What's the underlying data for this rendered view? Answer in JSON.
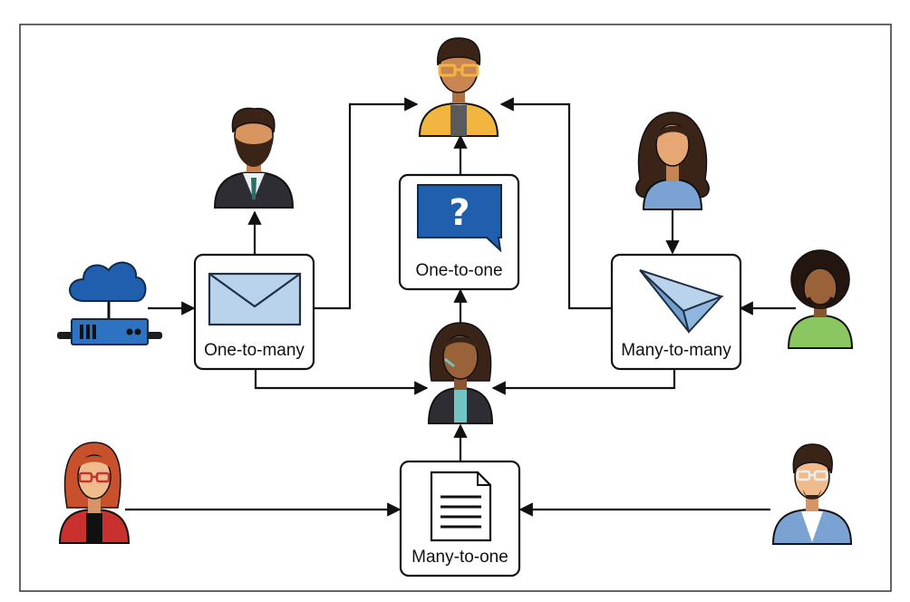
{
  "labels": {
    "one_to_many": "One-to-many",
    "one_to_one": "One-to-one",
    "many_to_many": "Many-to-many",
    "many_to_one": "Many-to-one",
    "question_mark": "?"
  },
  "icons": {
    "one_to_many": "envelope-icon",
    "one_to_one": "question-speech-bubble-icon",
    "many_to_many": "paper-plane-icon",
    "many_to_one": "document-icon",
    "sender_device": "cloud-server-icon"
  },
  "colors": {
    "frame": "#333333",
    "line": "#111111",
    "icon_blue": "#1f5fae",
    "icon_light_blue": "#b9d3ec",
    "skin": "#d8955f",
    "skin_dark": "#9a6238",
    "hair_dark": "#3a2418",
    "hair_red": "#c8502a",
    "shirt_yellow": "#f2b640",
    "shirt_blue": "#7aa3d4",
    "shirt_green": "#8bc760",
    "shirt_red": "#c8312e",
    "suit_dark": "#2d2d33"
  }
}
